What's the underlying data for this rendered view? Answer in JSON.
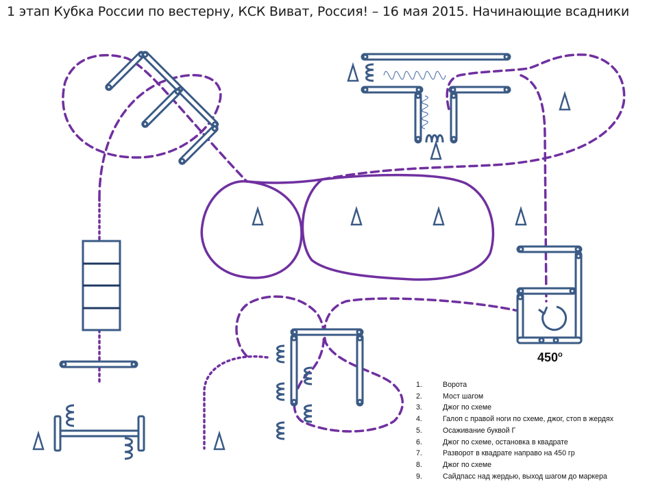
{
  "title": "1 этап Кубка России по вестерну, КСК Виват, Россия! – 16 мая 2015. Начинающие всадники",
  "angle_label": "450",
  "angle_unit": "o",
  "legend": [
    {
      "num": "1.",
      "text": "Ворота"
    },
    {
      "num": "2.",
      "text": "Мост шагом"
    },
    {
      "num": "3.",
      "text": "Джог по схеме"
    },
    {
      "num": "4.",
      "text": "Галоп с правой ноги по схеме, джог, стоп в жердях"
    },
    {
      "num": "5.",
      "text": "Осаживание буквой Г"
    },
    {
      "num": "6.",
      "text": "Джог по схеме, остановка в квадрате"
    },
    {
      "num": "7.",
      "text": "Разворот в квадрате направо на 450 гр"
    },
    {
      "num": "8.",
      "text": "Джог по схеме"
    },
    {
      "num": "9.",
      "text": "Сайдпасс над жердью, выход шагом до маркера"
    }
  ],
  "colors": {
    "path": "#7030a0",
    "pole": "#3a5a85",
    "bridge": "#1f3864"
  },
  "icons": [
    "cone-marker-icon",
    "rotation-arrow-icon"
  ]
}
